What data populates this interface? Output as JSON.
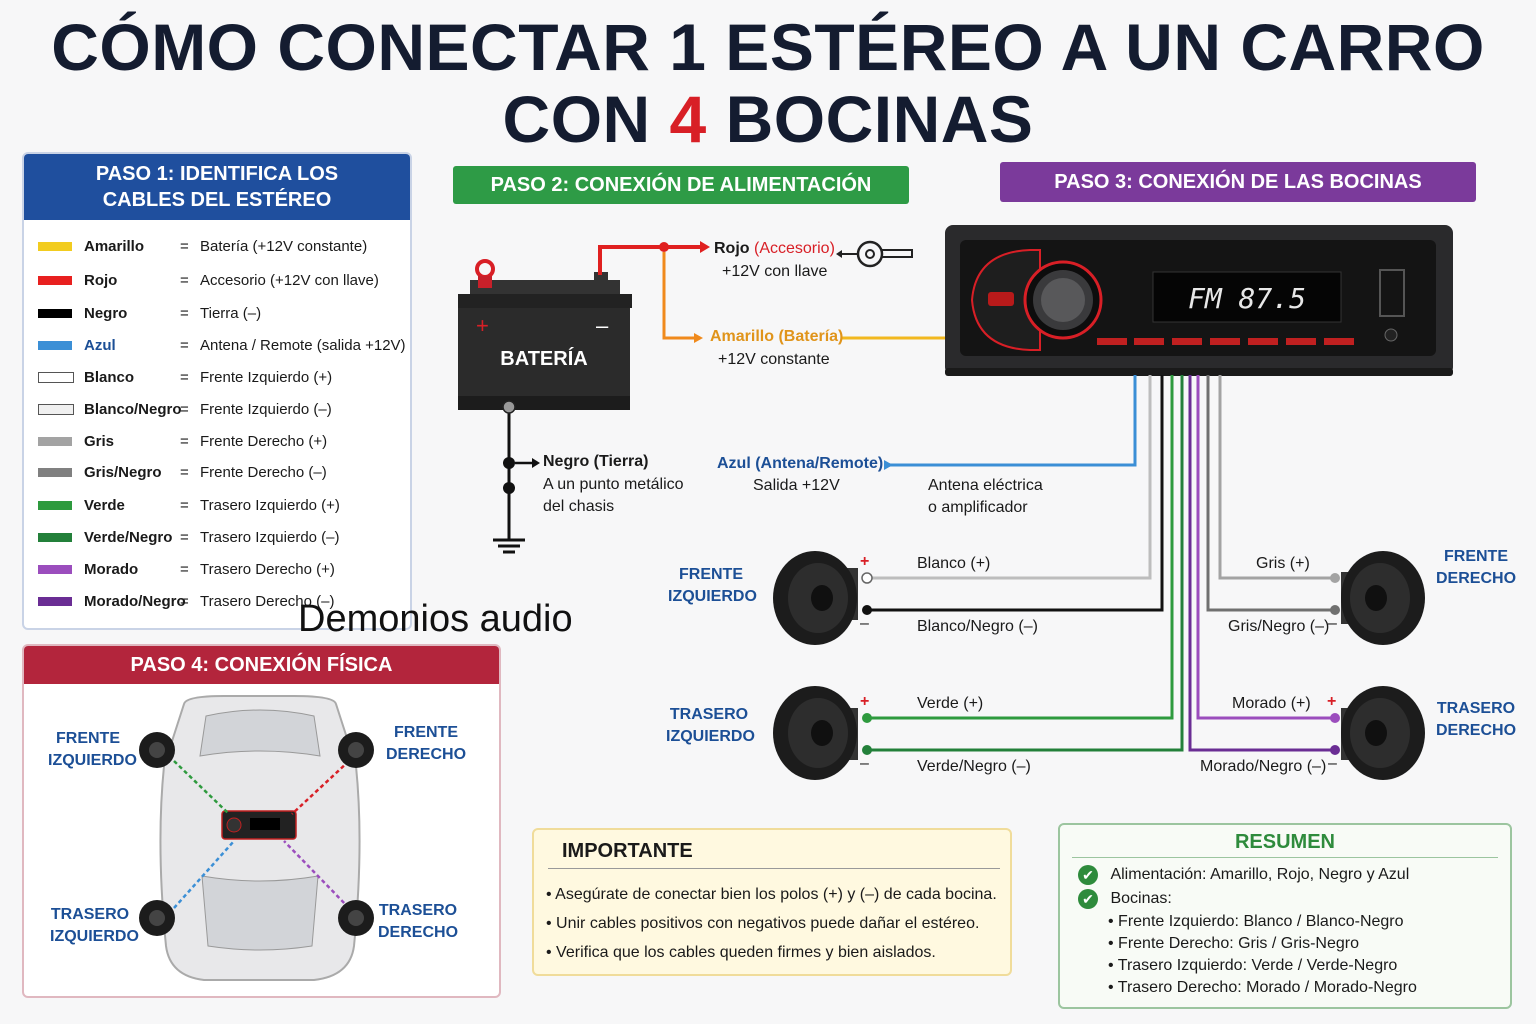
{
  "title": {
    "line1": "CÓMO CONECTAR 1 ESTÉREO A UN CARRO",
    "line2_a": "CON ",
    "line2_num": "4",
    "line2_b": " BOCINAS"
  },
  "step1": {
    "header": "PASO 1: IDENTIFICA LOS CABLES DEL ESTÉREO",
    "wires": [
      {
        "name": "Amarillo",
        "desc": "Batería (+12V constante)",
        "color": "#f2cc1f"
      },
      {
        "name": "Rojo",
        "desc": "Accesorio (+12V con llave)",
        "color": "#e8201f"
      },
      {
        "name": "Negro",
        "desc": "Tierra (–)",
        "color": "#000000"
      },
      {
        "name": "Azul",
        "desc": "Antena / Remote (salida +12V)",
        "color": "#3b8fd6"
      },
      {
        "name": "Blanco",
        "desc": "Frente Izquierdo (+)",
        "color": "#ffffff"
      },
      {
        "name": "Blanco/Negro",
        "desc": "Frente Izquierdo (–)",
        "color": "#f0f0f0"
      },
      {
        "name": "Gris",
        "desc": "Frente Derecho (+)",
        "color": "#a3a3a3"
      },
      {
        "name": "Gris/Negro",
        "desc": "Frente Derecho (–)",
        "color": "#808080"
      },
      {
        "name": "Verde",
        "desc": "Trasero Izquierdo (+)",
        "color": "#2e9a3e"
      },
      {
        "name": "Verde/Negro",
        "desc": "Trasero Izquierdo (–)",
        "color": "#23803a"
      },
      {
        "name": "Morado",
        "desc": "Trasero Derecho (+)",
        "color": "#9b4dbd"
      },
      {
        "name": "Morado/Negro",
        "desc": "Trasero Derecho (–)",
        "color": "#6a2d94"
      }
    ],
    "eq": "="
  },
  "step2": {
    "header": "PASO 2: CONEXIÓN DE ALIMENTACIÓN",
    "battery": "BATERÍA",
    "plus": "+",
    "minus": "–",
    "rojo_name": "Rojo ",
    "rojo_paren": "(Accesorio)",
    "rojo_sub": "+12V con llave",
    "amarillo": "Amarillo (Batería)",
    "amarillo_sub": "+12V constante",
    "negro": "Negro (Tierra)",
    "negro_sub1": "A un punto metálico",
    "negro_sub2": "del chasis",
    "azul": "Azul (Antena/Remote)",
    "azul_sub": "Salida +12V",
    "antena1": "Antena eléctrica",
    "antena2": "o amplificador"
  },
  "step3": {
    "header": "PASO 3: CONEXIÓN DE LAS BOCINAS",
    "display": "FM  87.5",
    "fl": "FRENTE IZQUIERDO",
    "fr": "FRENTE DERECHO",
    "rl": "TRASERO IZQUIERDO",
    "rr": "TRASERO DERECHO",
    "blanco_pos": "Blanco (+)",
    "blanco_neg": "Blanco/Negro (–)",
    "gris_pos": "Gris (+)",
    "gris_neg": "Gris/Negro (–)",
    "verde_pos": "Verde (+)",
    "verde_neg": "Verde/Negro (–)",
    "morado_pos": "Morado (+)",
    "morado_neg": "Morado/Negro (–)",
    "plus": "+",
    "minus": "–"
  },
  "watermark": "Demonios audio",
  "step4": {
    "header": "PASO 4: CONEXIÓN FÍSICA",
    "fl1": "FRENTE",
    "fl2": "IZQUIERDO",
    "fr1": "FRENTE",
    "fr2": "DERECHO",
    "rl1": "TRASERO",
    "rl2": "IZQUIERDO",
    "rr1": "TRASERO",
    "rr2": "DERECHO"
  },
  "important": {
    "title": "IMPORTANTE",
    "items": [
      "Asegúrate de conectar bien los polos (+) y (–) de cada bocina.",
      "Unir cables positivos con negativos puede dañar el estéreo.",
      "Verifica que los cables queden firmes y bien aislados."
    ]
  },
  "summary": {
    "title": "RESUMEN",
    "power": "Alimentación: Amarillo, Rojo, Negro y Azul",
    "speakers": "Bocinas:",
    "items": [
      "Frente Izquierdo: Blanco / Blanco-Negro",
      "Frente Derecho: Gris / Gris-Negro",
      "Trasero Izquierdo: Verde / Verde-Negro",
      "Trasero Derecho: Morado / Morado-Negro"
    ]
  },
  "colors": {
    "step1": "#1f4f9e",
    "step2": "#2e9b46",
    "step3": "#7b3a9b",
    "step4": "#b3253c",
    "navy": "#141c30",
    "accent_red": "#d81f26"
  }
}
